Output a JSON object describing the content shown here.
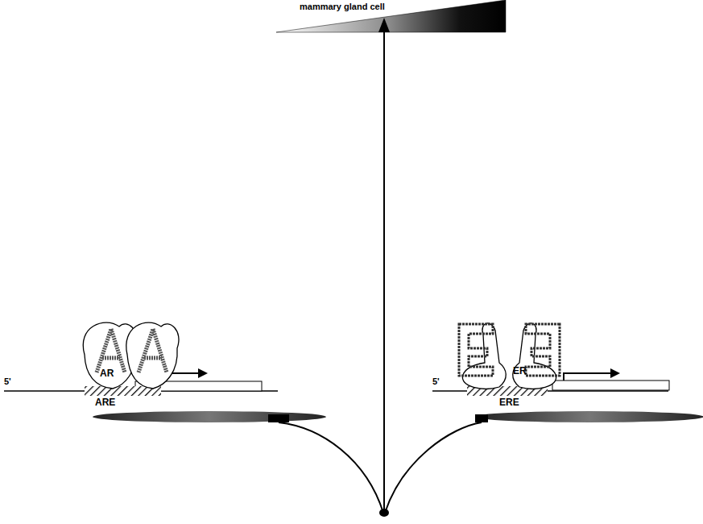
{
  "diagram": {
    "labels": [
      "mammary gland cell",
      "AR",
      "5'",
      "ARE",
      "ER",
      "5'",
      "ERE"
    ]
  }
}
